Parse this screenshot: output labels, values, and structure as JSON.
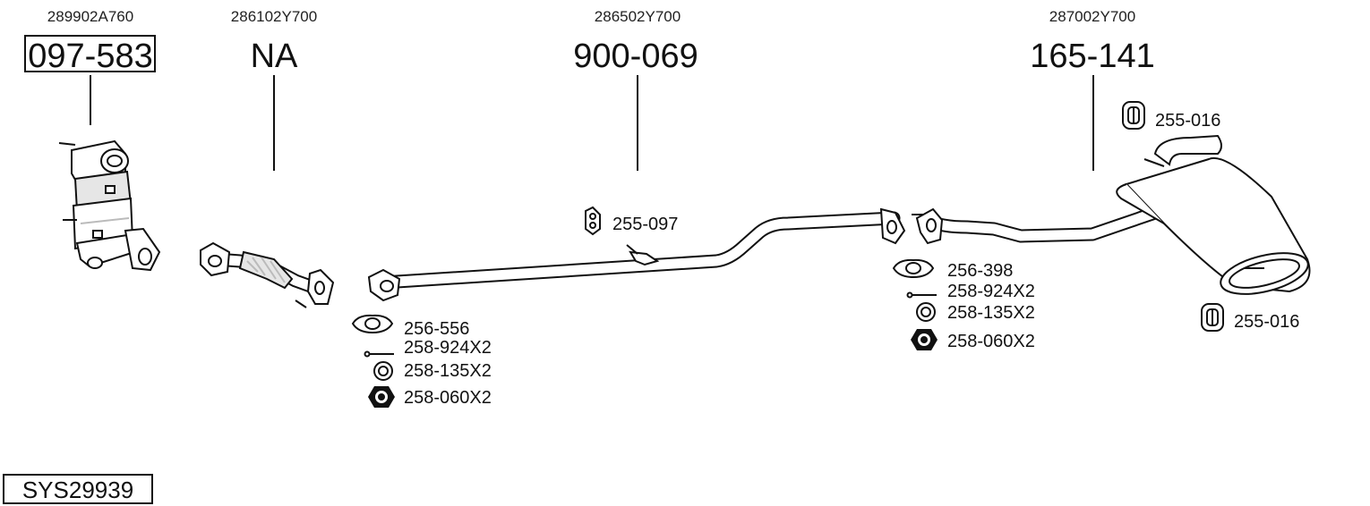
{
  "diagram": {
    "columns": [
      {
        "oem": "289902A760",
        "part": "097-583"
      },
      {
        "oem": "286102Y700",
        "part": "NA"
      },
      {
        "oem": "286502Y700",
        "part": "900-069"
      },
      {
        "oem": "287002Y700",
        "part": "165-141"
      }
    ],
    "hardware": {
      "front_mount": "255-097",
      "rear_mount_top": "255-016",
      "rear_mount_bottom": "255-016",
      "joint1": [
        "256-556",
        "258-924X2",
        "258-135X2",
        "258-060X2"
      ],
      "joint2": [
        "256-398",
        "258-924X2",
        "258-135X2",
        "258-060X2"
      ]
    },
    "system_code": "SYS29939"
  }
}
